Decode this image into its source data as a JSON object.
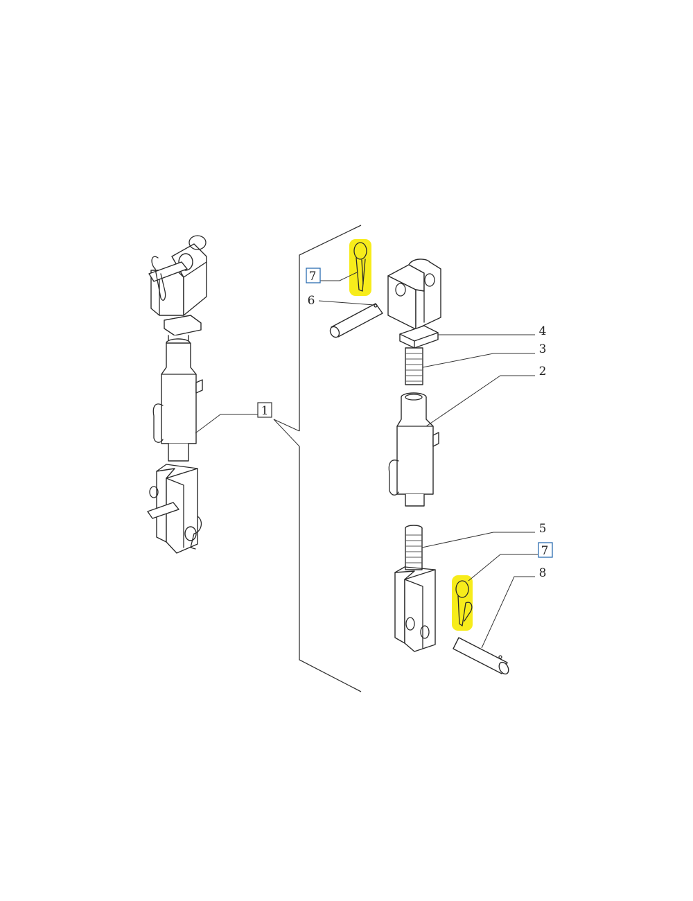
{
  "callouts": {
    "assembly": "1",
    "body": "2",
    "stud": "3",
    "nut": "4",
    "lower_stud": "5",
    "upper_pin": "6",
    "clip_upper": "7",
    "clip_lower": "7",
    "lower_pin": "8"
  },
  "colors": {
    "highlight": "#f7ec1b",
    "boxed_callout_border": "#2b6cb0",
    "line": "#2a2a2a"
  }
}
